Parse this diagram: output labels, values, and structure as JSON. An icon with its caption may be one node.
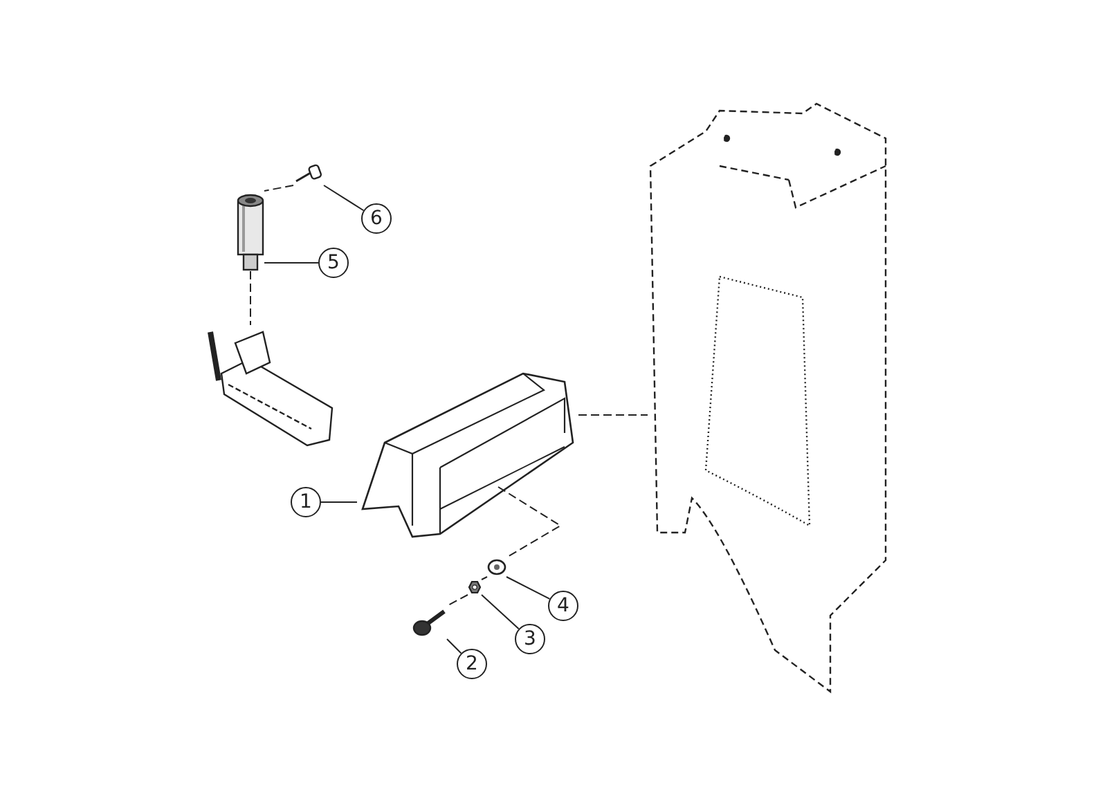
{
  "diagram": {
    "nodes": [
      {
        "text": [],
        "shape": "picture"
      },
      {
        "text": [
          "6"
        ]
      },
      {
        "text": [],
        "shape": "picture"
      },
      {
        "text": [
          "5"
        ]
      },
      {
        "text": [],
        "shape": "picture"
      },
      {
        "text": [],
        "shape": "picture"
      },
      {
        "text": [
          "1"
        ]
      },
      {
        "text": [],
        "shape": "picture"
      },
      {
        "text": [
          "4"
        ]
      },
      {
        "text": [],
        "shape": "picture"
      },
      {
        "text": [
          "3"
        ]
      },
      {
        "text": [],
        "shape": "picture"
      },
      {
        "text": [
          "2"
        ]
      },
      {
        "text": [],
        "shape": "picture"
      }
    ],
    "edges": [
      {
        "from": 1,
        "to": 2,
        "arrow": "none"
      },
      {
        "from": 3,
        "to": 4,
        "arrow": "none"
      },
      {
        "from": 6,
        "to": 7,
        "arrow": "none"
      },
      {
        "from": 8,
        "to": 9,
        "arrow": "none"
      },
      {
        "from": 10,
        "to": 11,
        "arrow": "none"
      },
      {
        "from": 12,
        "to": 13,
        "arrow": "none"
      },
      {
        "from": 2,
        "to": 4,
        "arrow": "none",
        "style": "dashed"
      },
      {
        "from": 4,
        "to": 5,
        "arrow": "none",
        "style": "dashed"
      },
      {
        "from": 7,
        "to": 0,
        "arrow": "none",
        "style": "dashed"
      },
      {
        "from": 7,
        "to": 9,
        "arrow": "none",
        "style": "dashed"
      },
      {
        "from": 9,
        "to": 11,
        "arrow": "none",
        "style": "dashed"
      },
      {
        "from": 11,
        "to": 13,
        "arrow": "none",
        "style": "dashed"
      }
    ]
  }
}
